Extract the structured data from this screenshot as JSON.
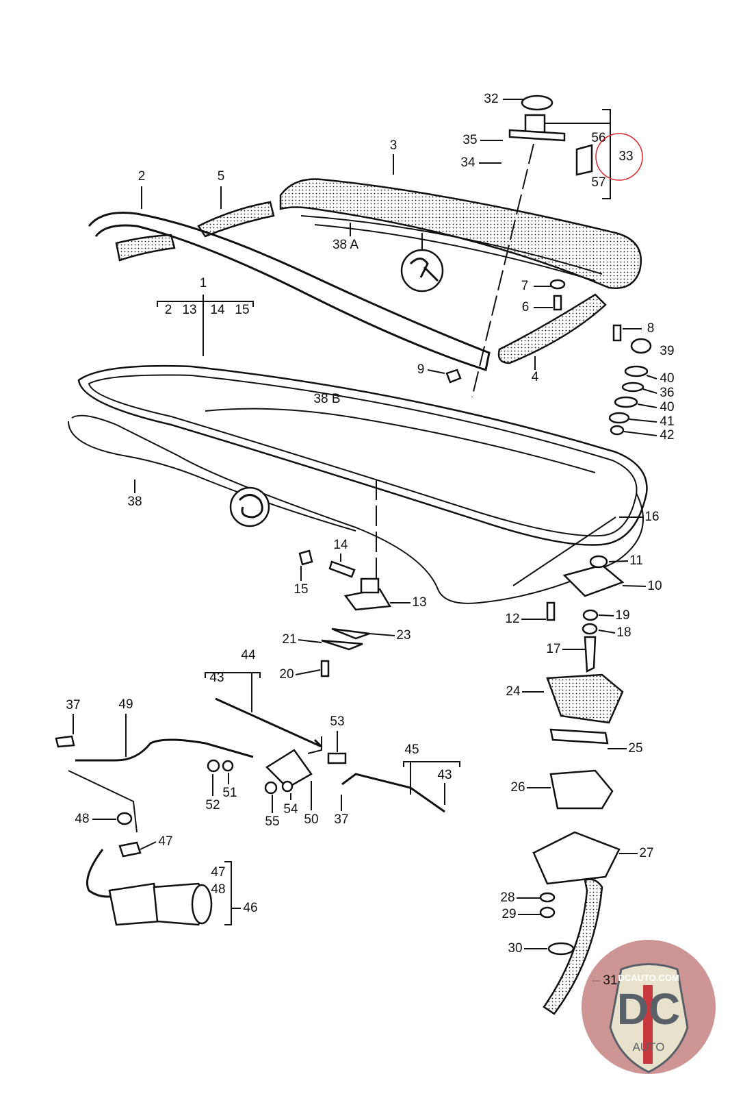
{
  "diagram": {
    "callouts": [
      "32",
      "35",
      "34",
      "3",
      "56",
      "33",
      "57",
      "2",
      "5",
      "38 A",
      "7",
      "6",
      "1",
      "2",
      "13",
      "14",
      "15",
      "8",
      "39",
      "9",
      "4",
      "40",
      "36",
      "40",
      "41",
      "38 B",
      "42",
      "38",
      "16",
      "14",
      "11",
      "15",
      "10",
      "13",
      "12",
      "19",
      "18",
      "23",
      "21",
      "17",
      "44",
      "43",
      "20",
      "24",
      "37",
      "49",
      "53",
      "45",
      "25",
      "43",
      "52",
      "51",
      "26",
      "55",
      "54",
      "50",
      "37",
      "48",
      "47",
      "27",
      "47",
      "48",
      "46",
      "28",
      "29",
      "30",
      "31"
    ],
    "highlight_color": "#d8262b",
    "highlighted_callout": "33"
  },
  "watermark": {
    "text_top": "DCAUTO.COM",
    "text_main": "DC",
    "text_bottom": "AUTO",
    "colors": {
      "circle": "#c98a8a",
      "shield": "#e8e2cc",
      "letters": "#5a6068",
      "stripe": "#c8393f"
    }
  }
}
